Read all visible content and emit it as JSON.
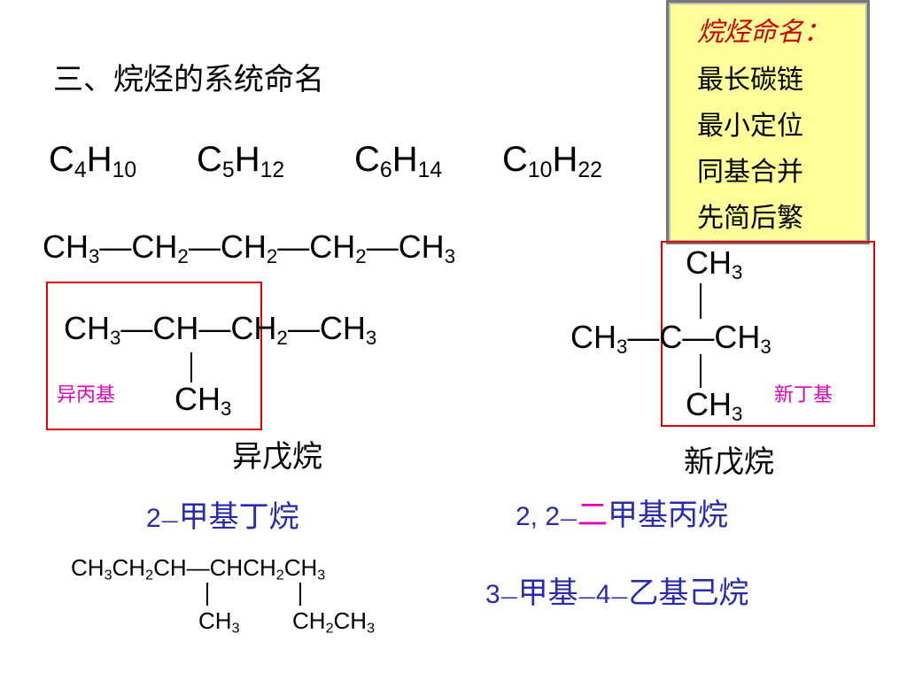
{
  "title": "三、烷烃的系统命名",
  "formulas": [
    {
      "c": "C",
      "cn": "4",
      "h": "H",
      "hn": "10"
    },
    {
      "c": "C",
      "cn": "5",
      "h": "H",
      "hn": "12"
    },
    {
      "c": "C",
      "cn": "6",
      "h": "H",
      "hn": "14"
    },
    {
      "c": "C",
      "cn": "10",
      "h": "H",
      "hn": "22"
    }
  ],
  "rules": {
    "heading": "烷烃命名：",
    "items": [
      "最长碳链",
      "最小定位",
      "同基合并",
      "先简后繁"
    ]
  },
  "chem": {
    "ch": "CH",
    "c": "C",
    "three": "3",
    "two": "2",
    "dash": "—"
  },
  "labels": {
    "isopropyl": "异丙基",
    "isopentane": "异戊烷",
    "tertbutyl": "新丁基",
    "neopentane": "新戊烷"
  },
  "iupac": {
    "methylbutane_num": "2",
    "methylbutane_sep": "—",
    "methylbutane_name": "甲基丁烷",
    "dimethyl_num": "2, 2",
    "dimethyl_sep": "—",
    "dimethyl_di": "二",
    "dimethyl_name": "甲基丙烷",
    "mh_num1": "3",
    "mh_sep1": "—",
    "mh_part1": "甲基",
    "mh_sep2": "—",
    "mh_num2": "4",
    "mh_sep3": "—",
    "mh_part2": "乙基己烷"
  }
}
